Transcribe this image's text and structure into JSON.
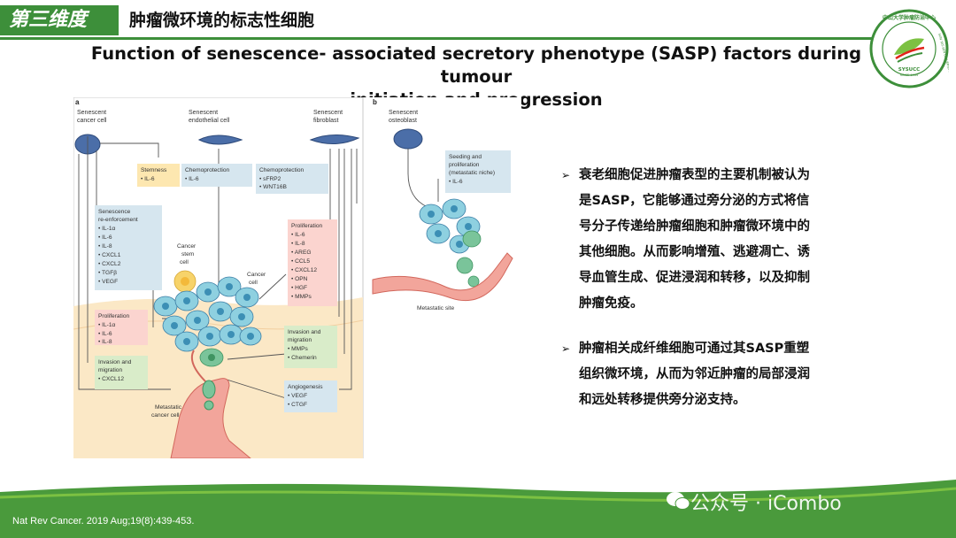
{
  "header": {
    "tag": "第三维度",
    "section_title": "肿瘤微环境的标志性细胞",
    "main_title_line1": "Function of senescence- associated secretory phenotype (SASP) factors during tumour",
    "main_title_line2": "initiation and progression"
  },
  "logo": {
    "text_top": "中山大学肿瘤防治中心",
    "text_side": "SUN YAT-SEN UNIVERSITY CANCER CENTER",
    "abbr": "SYSUCC",
    "since": "SINCE 1964",
    "colors": {
      "ring": "#3d8f3a",
      "leaf": "#7cc142",
      "stripe": "#e2231a"
    }
  },
  "figure": {
    "panel_a": "a",
    "panel_b": "b",
    "cells": {
      "cancer_cell": [
        "Senescent",
        "cancer cell"
      ],
      "endothelial": [
        "Senescent",
        "endothelial cell"
      ],
      "fibroblast": [
        "Senescent",
        "fibroblast"
      ],
      "osteoblast": [
        "Senescent",
        "osteoblast"
      ]
    },
    "boxes": {
      "stemness": {
        "title": [
          "Stemness"
        ],
        "items": [
          "IL-6"
        ]
      },
      "chemo_endo": {
        "title": [
          "Chemoprotection"
        ],
        "items": [
          "IL-6"
        ]
      },
      "chemo_fibro": {
        "title": [
          "Chemoprotection"
        ],
        "items": [
          "sFRP2",
          "WNT16B"
        ]
      },
      "reinforcement": {
        "title": [
          "Senescence",
          "re-enforcement"
        ],
        "items": [
          "IL-1α",
          "IL-6",
          "IL-8",
          "CXCL1",
          "CXCL2",
          "TGFβ",
          "VEGF"
        ]
      },
      "proliferation_right": {
        "title": [
          "Proliferation"
        ],
        "items": [
          "IL-6",
          "IL-8",
          "AREG",
          "CCL5",
          "CXCL12",
          "OPN",
          "HGF",
          "MMPs"
        ]
      },
      "proliferation_left": {
        "title": [
          "Proliferation"
        ],
        "items": [
          "IL-1α",
          "IL-6",
          "IL-8"
        ]
      },
      "invasion_right": {
        "title": [
          "Invasion and",
          "migration"
        ],
        "items": [
          "MMPs",
          "Chemerin"
        ]
      },
      "invasion_left": {
        "title": [
          "Invasion and",
          "migration"
        ],
        "items": [
          "CXCL12"
        ]
      },
      "angiogenesis": {
        "title": [
          "Angiogenesis"
        ],
        "items": [
          "VEGF",
          "CTGF"
        ]
      },
      "seeding": {
        "title": [
          "Seeding and",
          "proliferation",
          "(metastatic niche)"
        ],
        "items": [
          "IL-6"
        ]
      }
    },
    "labels": {
      "cancer_stem_cell": [
        "Cancer",
        "stem",
        "cell"
      ],
      "cancer_cell": [
        "Cancer",
        "cell"
      ],
      "metastatic_cancer_cell": [
        "Metastatic",
        "cancer cell"
      ],
      "metastatic_site": "Metastatic site"
    },
    "box_colors": {
      "yellow": "#fde7b0",
      "blue": "#d6e6ef",
      "green": "#d9ecc9",
      "pink": "#fbd4cf"
    }
  },
  "bullets": [
    {
      "mark": "➢",
      "lines": [
        "衰老细胞促进肿瘤表型的主要机制被认为",
        "是SASP，它能够通过旁分泌的方式将信",
        "号分子传递给肿瘤细胞和肿瘤微环境中的",
        "其他细胞。从而影响增殖、逃避凋亡、诱",
        "导血管生成、促进浸润和转移，以及抑制",
        "肿瘤免疫。"
      ]
    },
    {
      "mark": "➢",
      "lines": [
        "肿瘤相关成纤维细胞可通过其SASP重塑",
        "组织微环境，从而为邻近肿瘤的局部浸润",
        "和远处转移提供旁分泌支持。"
      ]
    }
  ],
  "footer": {
    "citation": "Nat Rev Cancer. 2019 Aug;19(8):439-453.",
    "watermark": "公众号 · iCombo"
  },
  "colors": {
    "accent": "#3d8f3a",
    "footer_green": "#4a9a3c"
  }
}
